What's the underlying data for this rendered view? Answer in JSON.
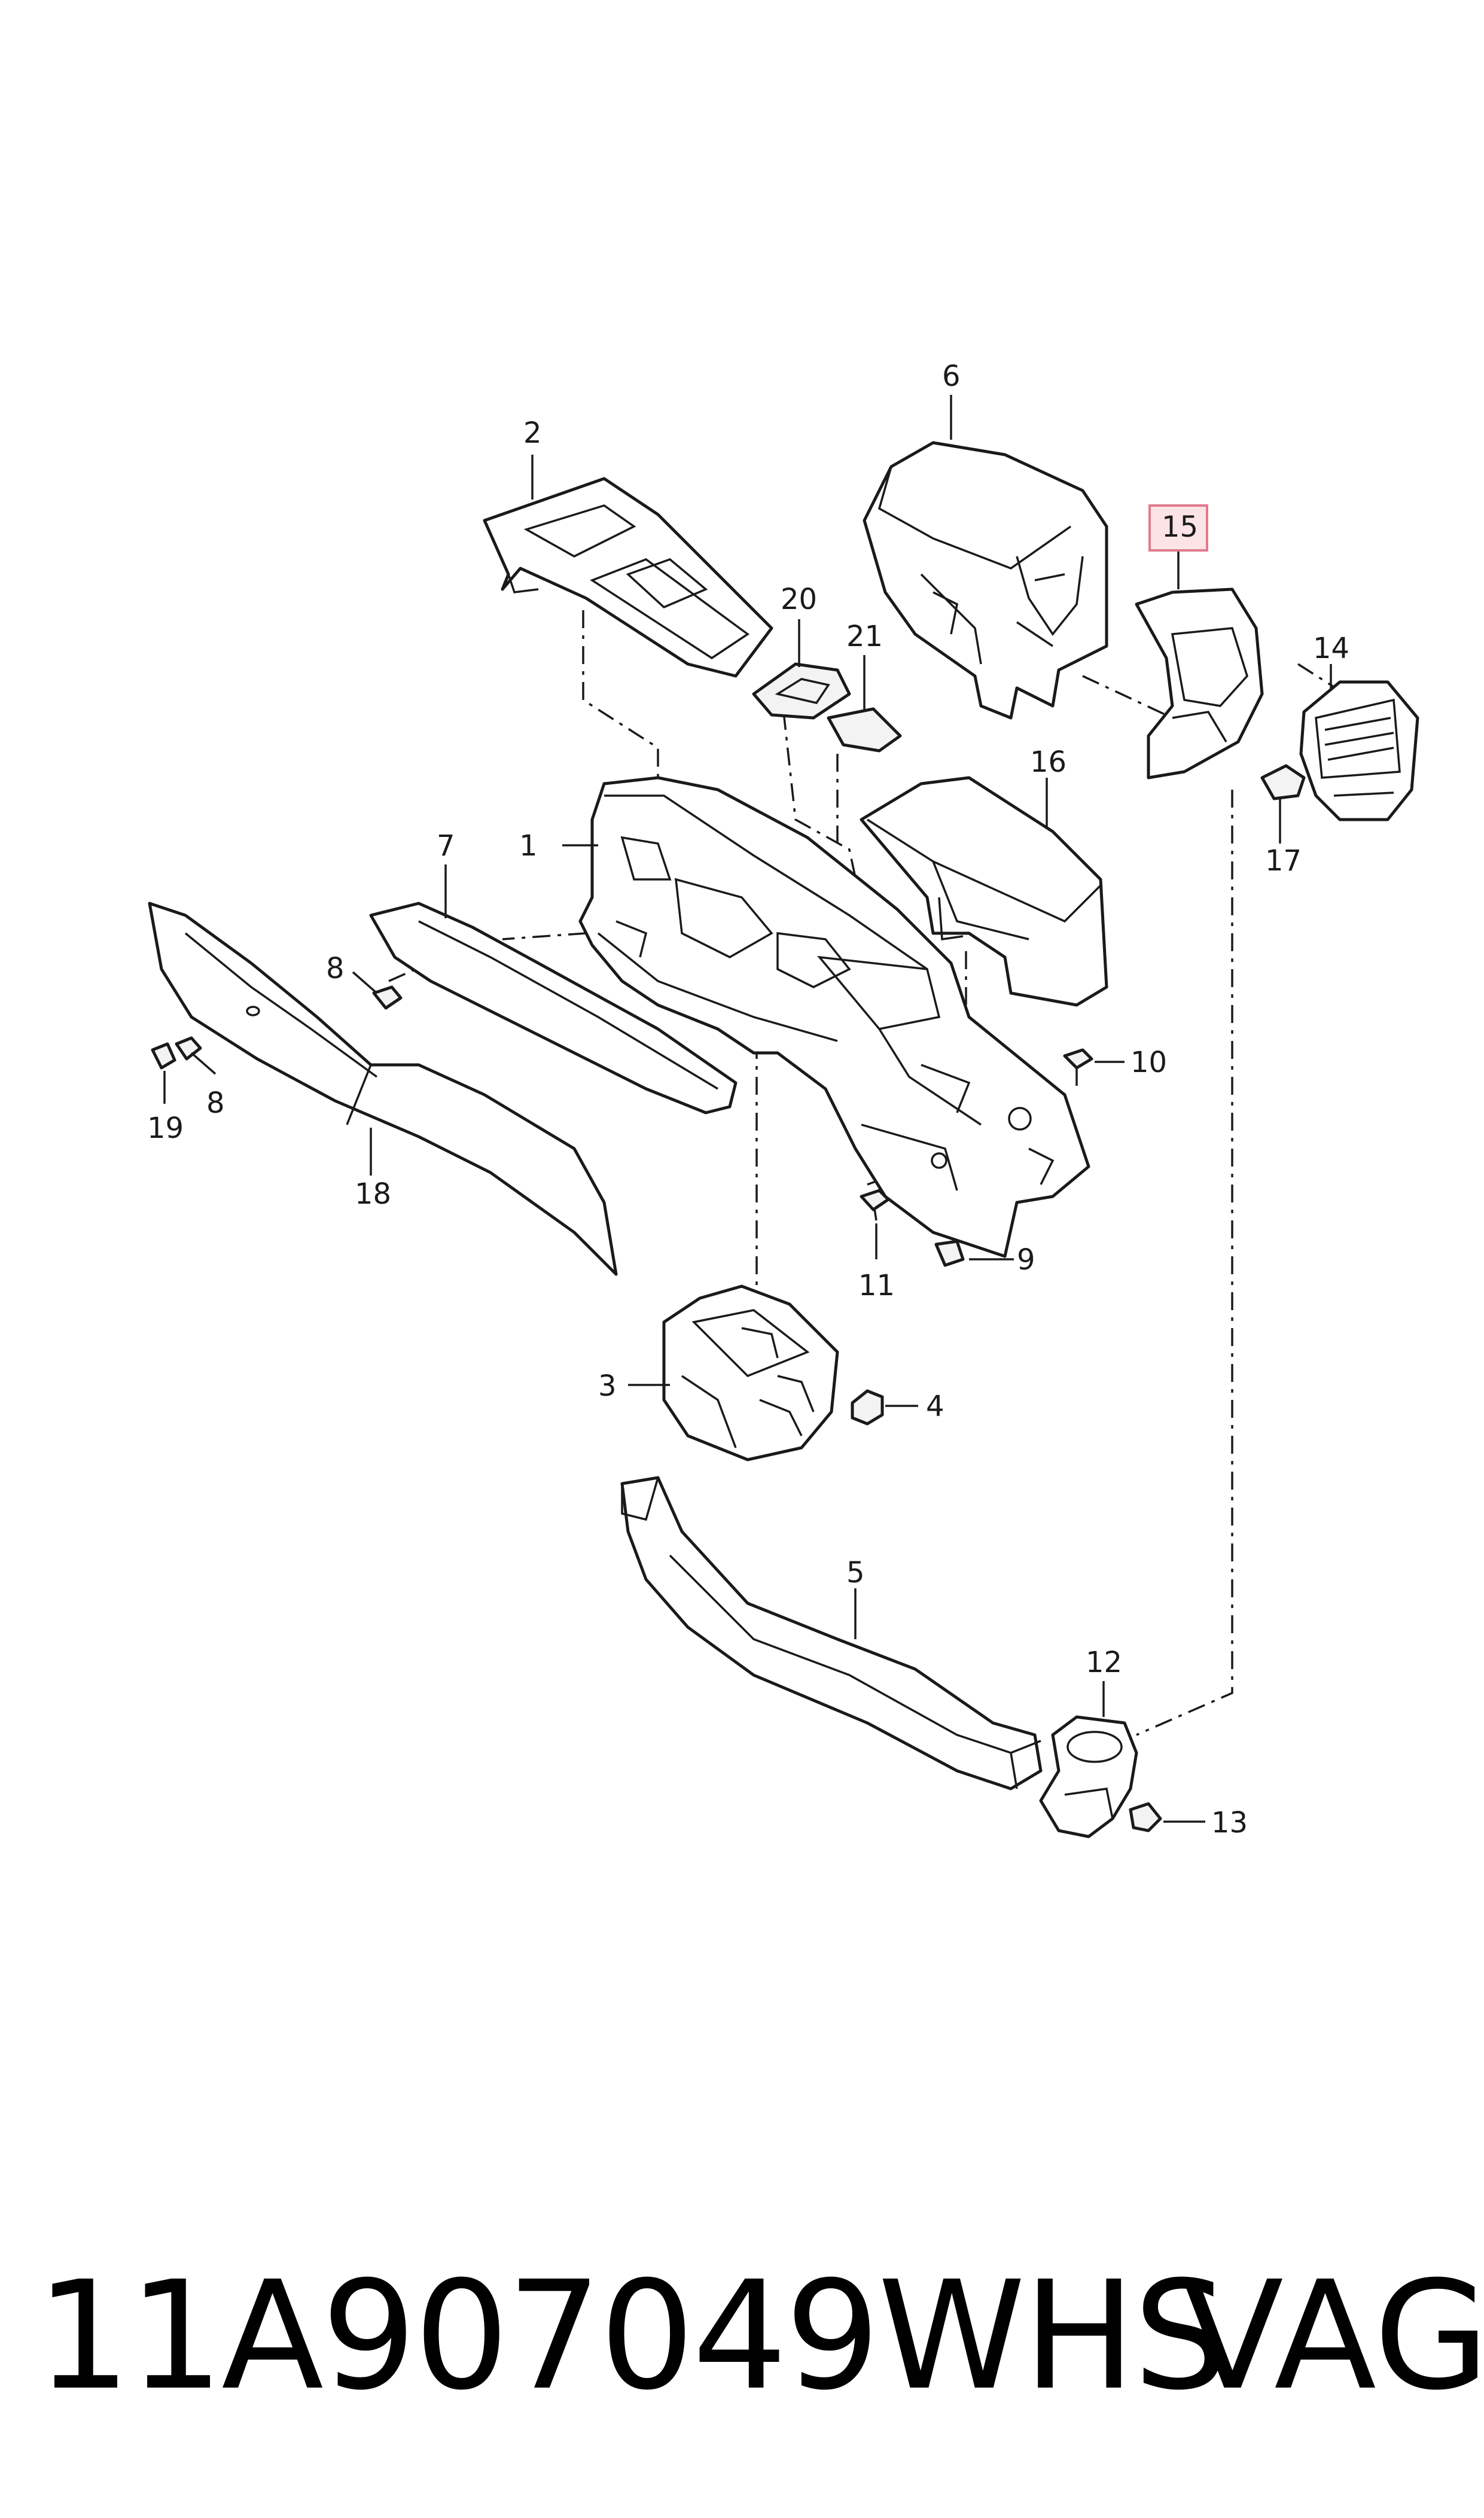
{
  "callouts": {
    "c1": "1",
    "c2": "2",
    "c3": "3",
    "c4": "4",
    "c5": "5",
    "c6": "6",
    "c7": "7",
    "c8a": "8",
    "c8b": "8",
    "c9": "9",
    "c10": "10",
    "c11": "11",
    "c12": "12",
    "c13": "13",
    "c14": "14",
    "c15": "15",
    "c16": "16",
    "c17": "17",
    "c18": "18",
    "c19": "19",
    "c20": "20",
    "c21": "21"
  },
  "highlighted_callout": "15",
  "colors": {
    "highlight_fill": "#fbe3e6",
    "highlight_border": "#e07a8a",
    "line": "#1a1a1a"
  },
  "footer": {
    "part_number": "11A907049WHS",
    "brand": "VAG"
  }
}
